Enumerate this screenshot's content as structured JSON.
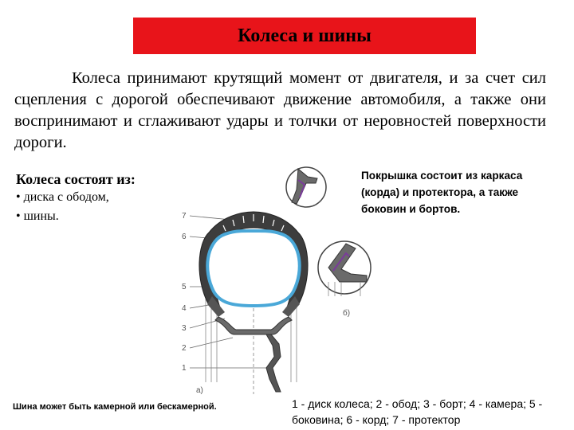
{
  "slide": {
    "title": "Колеса и шины",
    "intro": "Колеса принимают крутящий момент от двигателя, и за счет сил сцепления с дорогой обеспечивают движение автомобиля, а также они воспринимают и сглаживают удары и толчки от неровностей поверхности дороги.",
    "consist_heading": "Колеса состоят из:",
    "consist_items": [
      "• диска с ободом,",
      "• шины."
    ],
    "tire_text": "Покрышка состоит из каркаса (корда) и протектора, а также боковин и бортов.",
    "note": "Шина может быть камерной или бескамерной.",
    "legend": "1 - диск колеса; 2 - обод; 3 - борт; 4 - камера; 5 - боковина; 6 - корд; 7 - протектор"
  },
  "diagram": {
    "part_labels": [
      "7",
      "6",
      "5",
      "4",
      "3",
      "2",
      "1"
    ],
    "figure_labels": [
      "а)",
      "б)"
    ],
    "colors": {
      "title_bg": "#e8141a",
      "tube": "#4aa8d8",
      "tire": "#444444"
    }
  }
}
